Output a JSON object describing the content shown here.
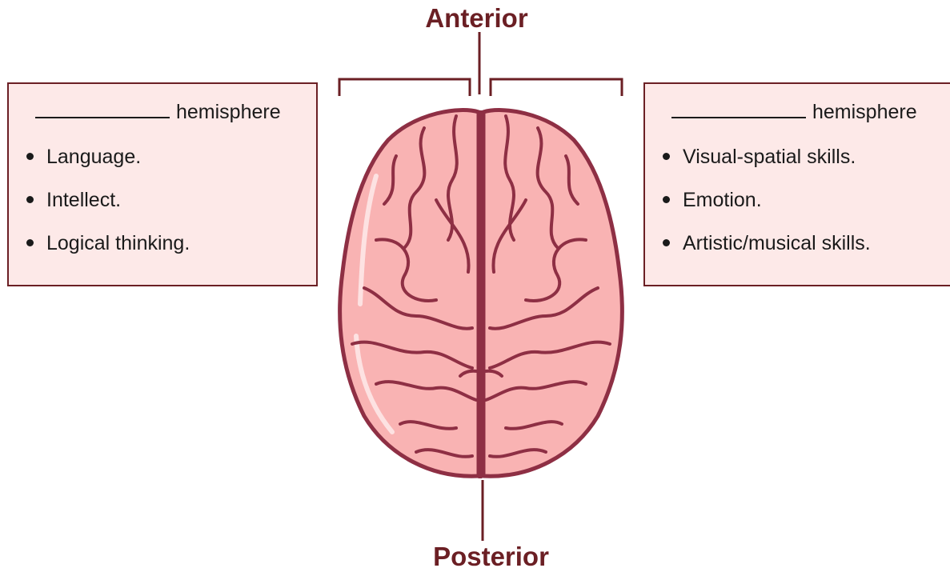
{
  "labels": {
    "anterior": "Anterior",
    "posterior": "Posterior"
  },
  "left_panel": {
    "heading_suffix": "hemisphere",
    "items": [
      "Language.",
      "Intellect.",
      "Logical thinking."
    ]
  },
  "right_panel": {
    "heading_suffix": "hemisphere",
    "items": [
      "Visual-spatial skills.",
      "Emotion.",
      "Artistic/musical skills."
    ]
  },
  "colors": {
    "outline": "#8e2f44",
    "fill": "#f9b3b3",
    "highlight": "#fde2e2",
    "label": "#6b1f24",
    "panel_bg": "#fde9e8"
  }
}
